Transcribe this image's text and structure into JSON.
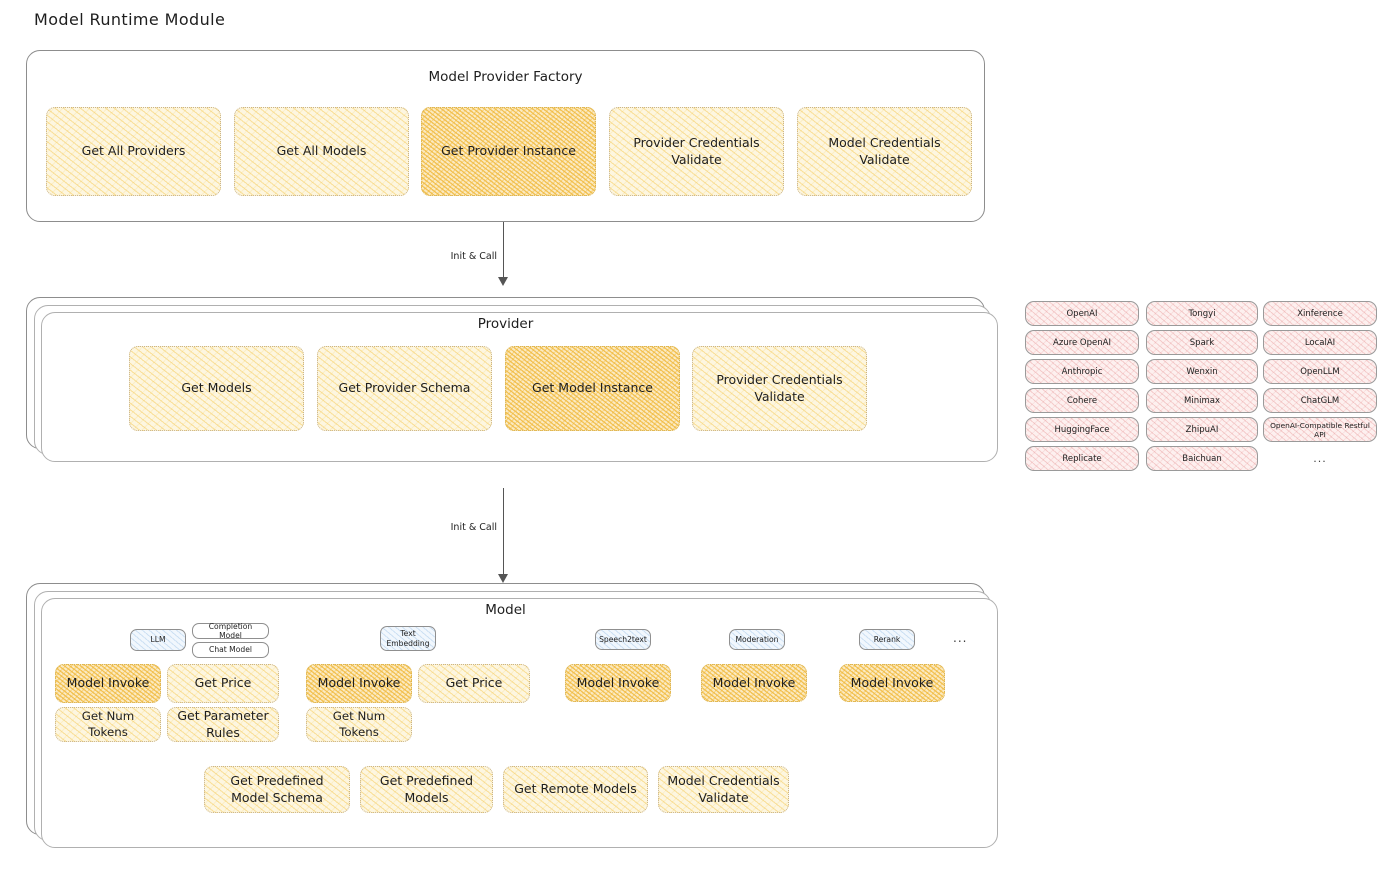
{
  "page": {
    "title": "Model Runtime Module"
  },
  "colors": {
    "box_fill": "#fdf6e0",
    "box_hachure": "#f5cb5c",
    "box_highlight_fill": "#fbeac2",
    "box_highlight_hachure": "#f0b736",
    "provider_chip_fill": "#fdf0ef",
    "provider_chip_hachure": "#e28484",
    "badge_fill": "#f1f7fd",
    "badge_hachure": "#78aadc",
    "panel_border": "#8d8d8d",
    "text": "#1e1e1e"
  },
  "factory": {
    "title": "Model Provider Factory",
    "boxes": [
      {
        "label": "Get All Providers",
        "highlighted": false
      },
      {
        "label": "Get All Models",
        "highlighted": false
      },
      {
        "label": "Get Provider Instance",
        "highlighted": true
      },
      {
        "label": "Provider Credentials Validate",
        "highlighted": false
      },
      {
        "label": "Model Credentials Validate",
        "highlighted": false
      }
    ]
  },
  "arrows": [
    {
      "label": "Init & Call",
      "from": "factory",
      "to": "provider"
    },
    {
      "label": "Init & Call",
      "from": "provider",
      "to": "model"
    }
  ],
  "provider": {
    "title": "Provider",
    "boxes": [
      {
        "label": "Get Models",
        "highlighted": false
      },
      {
        "label": "Get Provider Schema",
        "highlighted": false
      },
      {
        "label": "Get Model Instance",
        "highlighted": true
      },
      {
        "label": "Provider Credentials Validate",
        "highlighted": false
      }
    ]
  },
  "provider_list": {
    "columns": [
      {
        "items": [
          "OpenAI",
          "Azure OpenAI",
          "Anthropic",
          "Cohere",
          "HuggingFace",
          "Replicate"
        ]
      },
      {
        "items": [
          "Tongyi",
          "Spark",
          "Wenxin",
          "Minimax",
          "ZhipuAI",
          "Baichuan"
        ]
      },
      {
        "items": [
          "Xinference",
          "LocalAI",
          "OpenLLM",
          "ChatGLM",
          "OpenAI-Compatible Restful API"
        ]
      }
    ],
    "more_indicator": "..."
  },
  "model": {
    "title": "Model",
    "more_indicator": "...",
    "capabilities": [
      {
        "badge": "LLM",
        "sub_badges": [
          "Completion Model",
          "Chat Model"
        ],
        "boxes": [
          {
            "label": "Model Invoke",
            "highlighted": true
          },
          {
            "label": "Get Price",
            "highlighted": false
          },
          {
            "label": "Get Num Tokens",
            "highlighted": false
          },
          {
            "label": "Get Parameter Rules",
            "highlighted": false
          }
        ]
      },
      {
        "badge": "Text Embedding",
        "sub_badges": [],
        "boxes": [
          {
            "label": "Model Invoke",
            "highlighted": true
          },
          {
            "label": "Get Price",
            "highlighted": false
          },
          {
            "label": "Get Num Tokens",
            "highlighted": false
          }
        ]
      },
      {
        "badge": "Speech2text",
        "sub_badges": [],
        "boxes": [
          {
            "label": "Model Invoke",
            "highlighted": true
          }
        ]
      },
      {
        "badge": "Moderation",
        "sub_badges": [],
        "boxes": [
          {
            "label": "Model Invoke",
            "highlighted": true
          }
        ]
      },
      {
        "badge": "Rerank",
        "sub_badges": [],
        "boxes": [
          {
            "label": "Model Invoke",
            "highlighted": true
          }
        ]
      }
    ],
    "shared_boxes": [
      {
        "label": "Get Predefined Model Schema"
      },
      {
        "label": "Get Predefined Models"
      },
      {
        "label": "Get Remote Models"
      },
      {
        "label": "Model Credentials Validate"
      }
    ]
  }
}
